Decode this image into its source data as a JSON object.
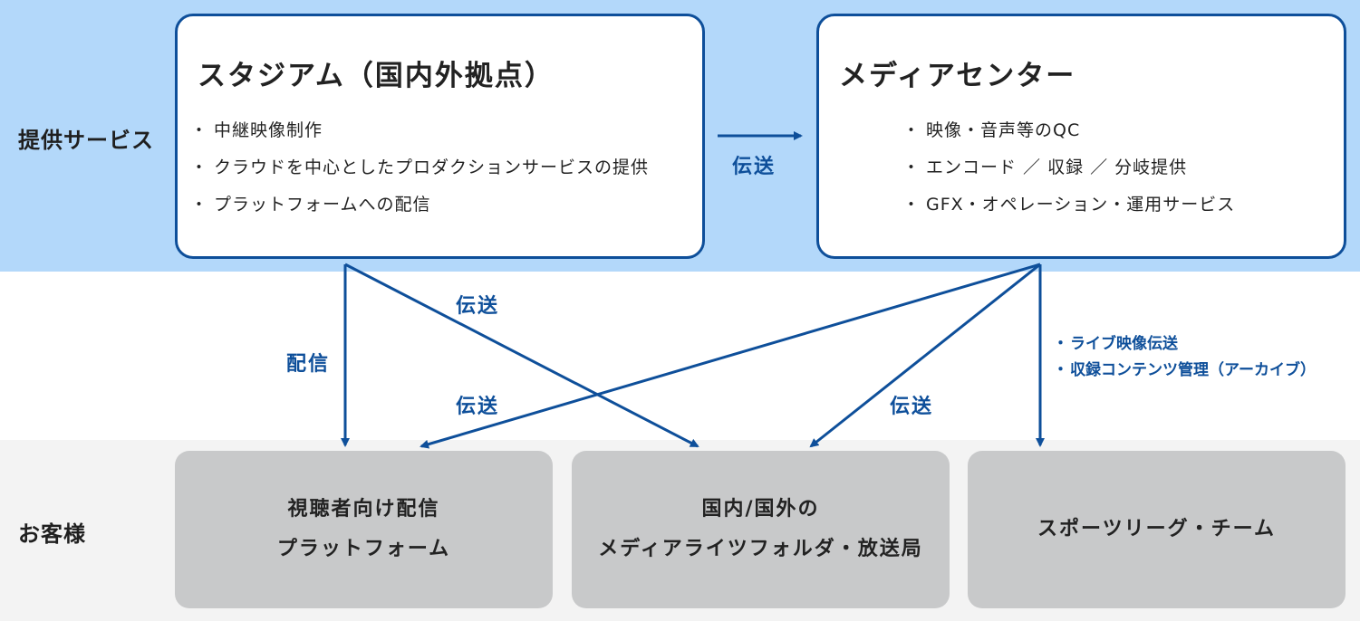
{
  "rows": {
    "provider_label": "提供サービス",
    "customer_label": "お客様"
  },
  "stadium": {
    "title": "スタジアム（国内外拠点）",
    "items": [
      "中継映像制作",
      "クラウドを中心としたプロダクションサービスの提供",
      "プラットフォームへの配信"
    ]
  },
  "media_center": {
    "title": "メディアセンター",
    "items": [
      "映像・音声等のQC",
      "エンコード ／ 収録 ／ 分岐提供",
      "GFX・オペレーション・運用サービス"
    ]
  },
  "flow_labels": {
    "stadium_to_media": "伝送",
    "distribution": "配信",
    "stadium_to_media_folder": "伝送",
    "media_to_platform": "伝送",
    "media_to_media_folder": "伝送"
  },
  "sports_notes": [
    "ライブ映像伝送",
    "収録コンテンツ管理（アーカイブ）"
  ],
  "customers": {
    "platform": {
      "line1": "視聴者向け配信",
      "line2": "プラットフォーム"
    },
    "media": {
      "line1": "国内/国外の",
      "line2": "メディアライツフォルダ・放送局"
    },
    "sports": {
      "line1": "スポーツリーグ・チーム"
    }
  },
  "colors": {
    "accent": "#0e4f9a",
    "provider_band": "#b3d8fa",
    "customer_band": "#f3f3f3",
    "customer_box": "#c8c9ca"
  }
}
